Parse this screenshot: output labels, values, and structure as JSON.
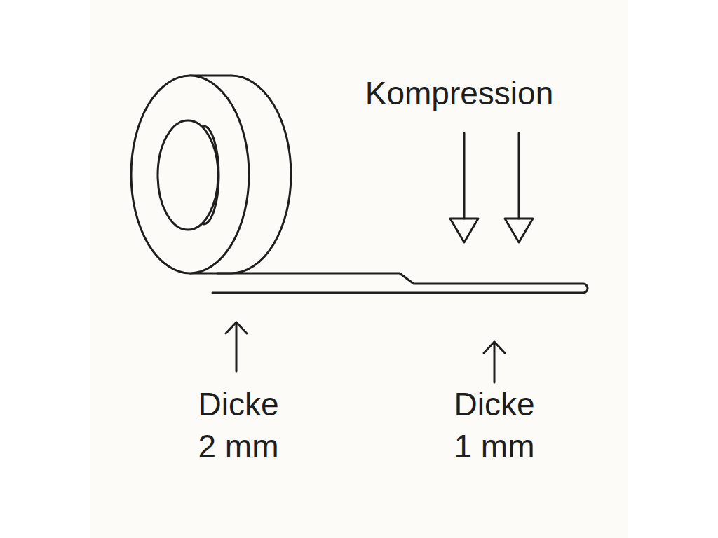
{
  "diagram": {
    "labels": [
      "Kompression",
      "Dicke 2 mm",
      "Dicke 1 mm"
    ]
  }
}
